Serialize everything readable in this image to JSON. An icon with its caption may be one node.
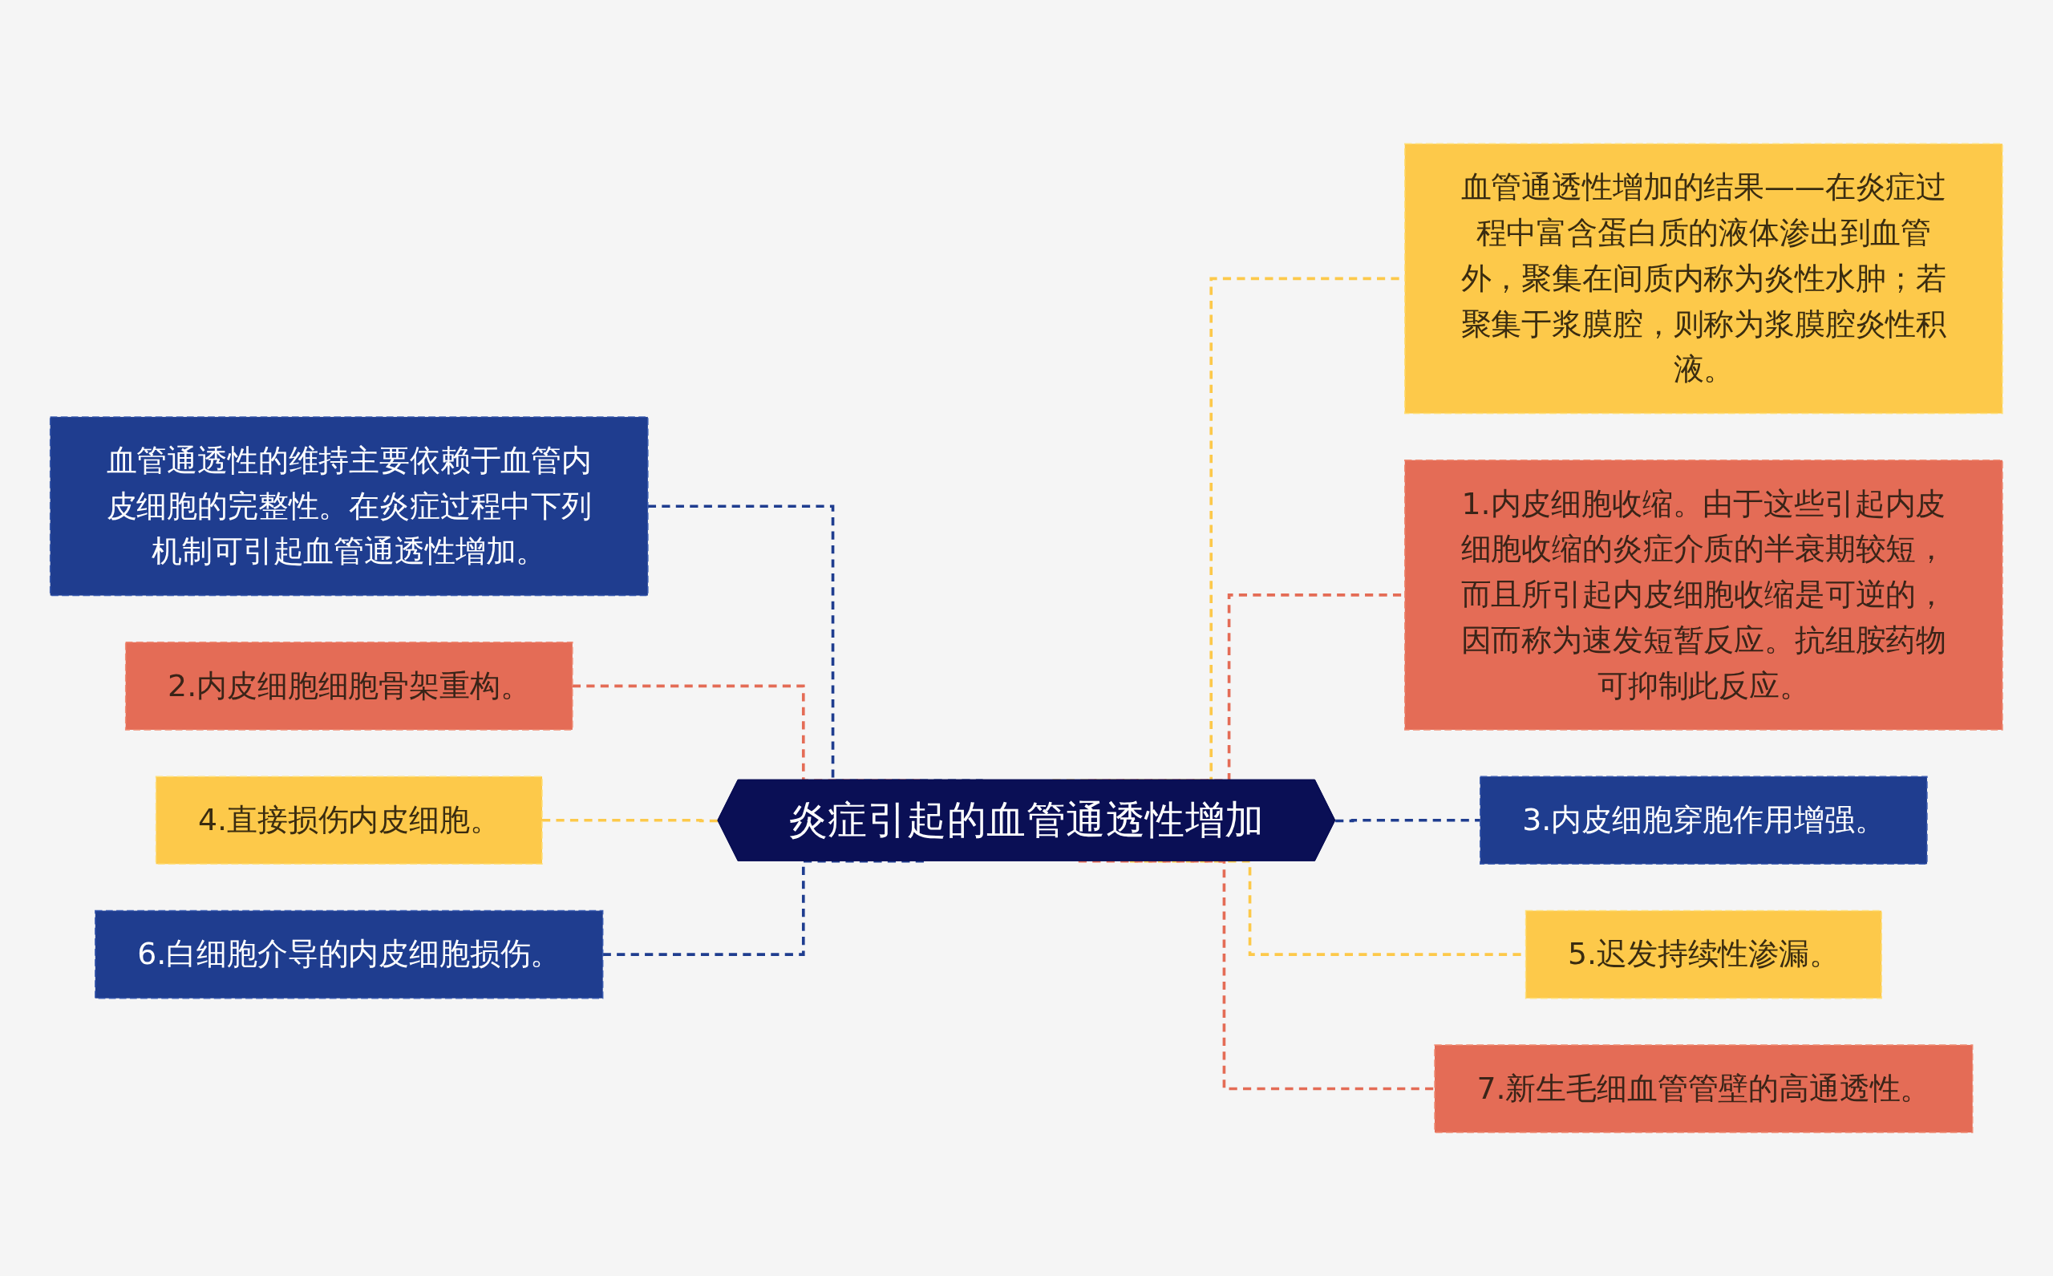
{
  "diagram": {
    "nodes": [
      {
        "text": [
          "炎症引起的血管通透性增加"
        ]
      },
      {
        "text": [
          "血管通透性的维持主要依赖于血管内皮细胞的完整性。在炎症过程中下列机制可引起血管通透性增加。"
        ]
      },
      {
        "text": [
          "2.内皮细胞细胞骨架重构。"
        ]
      },
      {
        "text": [
          "4.直接损伤内皮细胞。"
        ]
      },
      {
        "text": [
          "6.白细胞介导的内皮细胞损伤。"
        ]
      },
      {
        "text": [
          "血管通透性增加的结果——在炎症过程中富含蛋白质的液体渗出到血管外，聚集在间质内称为炎性水肿；若聚集于浆膜腔，则称为浆膜腔炎性积液。"
        ]
      },
      {
        "text": [
          "1.内皮细胞收缩。由于这些引起内皮细胞收缩的炎症介质的半衰期较短，而且所引起内皮细胞收缩是可逆的，因而称为速发短暂反应。抗组胺药物可抑制此反应。"
        ]
      },
      {
        "text": [
          "3.内皮细胞穿胞作用增强。"
        ]
      },
      {
        "text": [
          "5.迟发持续性渗漏。"
        ]
      },
      {
        "text": [
          "7.新生毛细血管管壁的高通透性。"
        ]
      }
    ],
    "edges": [
      {
        "from": 1,
        "to": 0,
        "arrow": "none",
        "style": "dashed",
        "color": "#1f3d8f"
      },
      {
        "from": 2,
        "to": 0,
        "arrow": "none",
        "style": "dashed",
        "color": "#e46c56"
      },
      {
        "from": 3,
        "to": 0,
        "arrow": "none",
        "style": "dashed",
        "color": "#fdc94a"
      },
      {
        "from": 4,
        "to": 0,
        "arrow": "none",
        "style": "dashed",
        "color": "#1f3d8f"
      },
      {
        "from": 0,
        "to": 5,
        "arrow": "none",
        "style": "dashed",
        "color": "#fdc94a"
      },
      {
        "from": 0,
        "to": 6,
        "arrow": "none",
        "style": "dashed",
        "color": "#e46c56"
      },
      {
        "from": 0,
        "to": 7,
        "arrow": "none",
        "style": "dashed",
        "color": "#1f3d8f"
      },
      {
        "from": 0,
        "to": 8,
        "arrow": "none",
        "style": "dashed",
        "color": "#fdc94a"
      },
      {
        "from": 0,
        "to": 9,
        "arrow": "none",
        "style": "dashed",
        "color": "#e46c56"
      }
    ]
  }
}
